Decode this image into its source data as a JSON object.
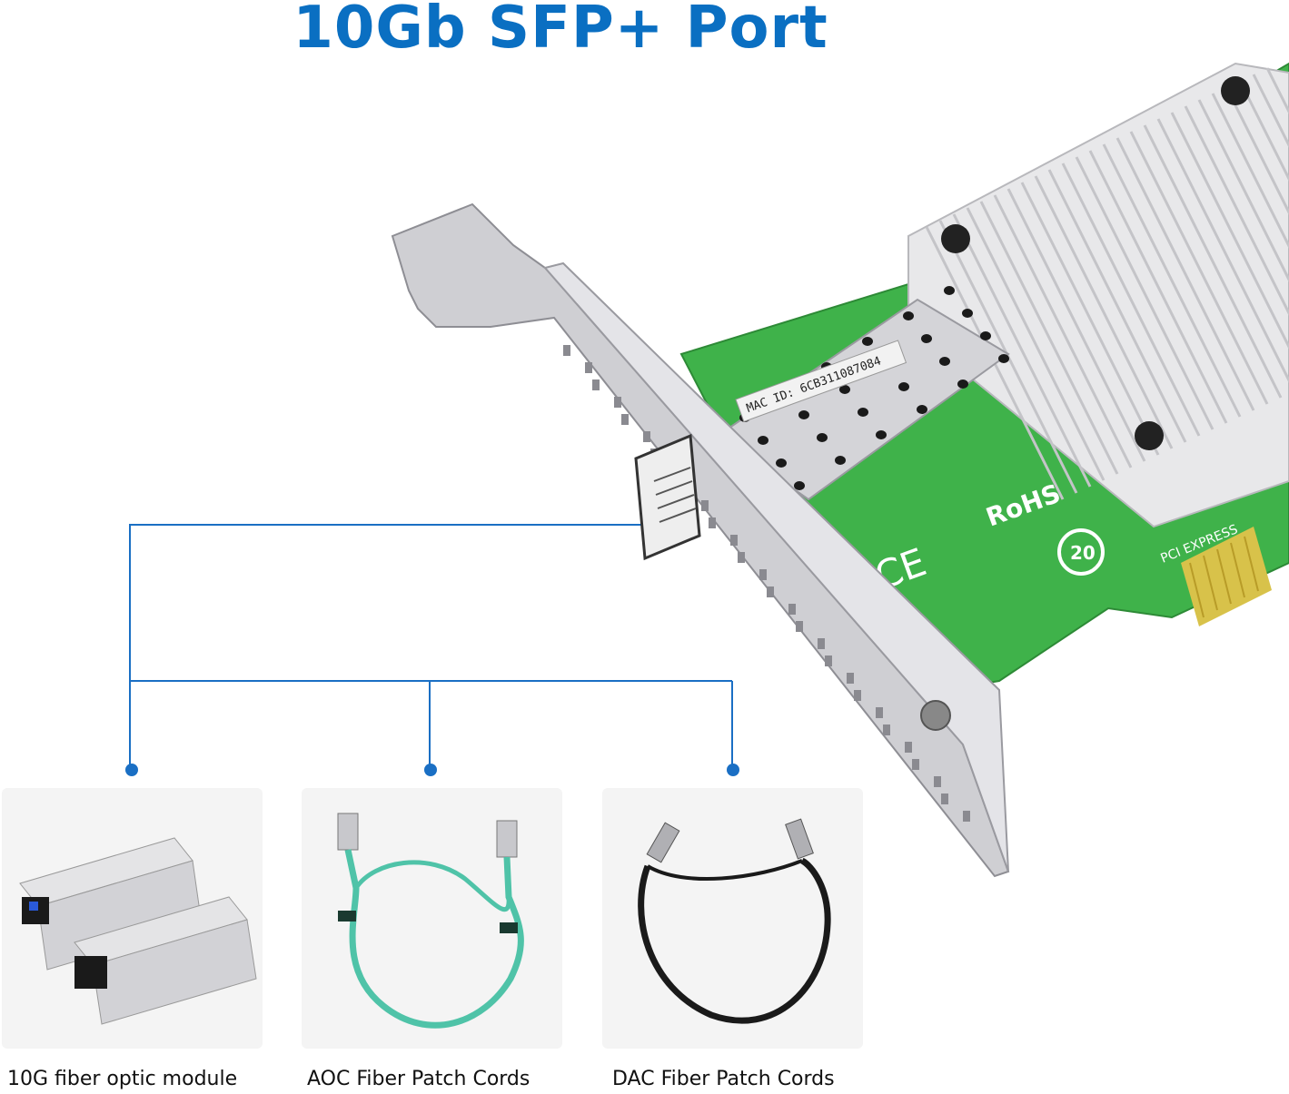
{
  "title": "10Gb SFP+ Port",
  "card": {
    "mac_label": "MAC ID:  6CB311087084",
    "rohs_text": "RoHS",
    "ce_text": "CE",
    "pci_text": "PCI EXPRESS",
    "twenty_text": "20"
  },
  "options": [
    {
      "label": "10G fiber optic module",
      "icon": "sfp-module-icon"
    },
    {
      "label": "AOC Fiber Patch Cords",
      "icon": "aoc-cable-icon"
    },
    {
      "label": "DAC Fiber Patch Cords",
      "icon": "dac-cable-icon"
    }
  ],
  "colors": {
    "accent": "#0a6fc2",
    "line": "#1a6fc4",
    "pcb": "#3fb24a",
    "aoc": "#4fc3a8",
    "dac": "#1a1a1a"
  }
}
